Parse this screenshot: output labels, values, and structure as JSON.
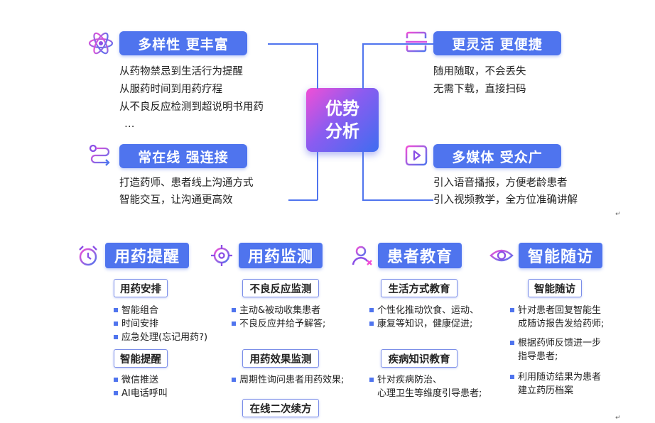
{
  "center": {
    "line1": "优势",
    "line2": "分析"
  },
  "top": {
    "diversity": {
      "title": "多样性 更丰富",
      "lines": [
        "从药物禁忌到生活行为提醒",
        "从服药时间到用药疗程",
        "从不良反应检测到超说明书用药",
        "…"
      ]
    },
    "flexible": {
      "title": "更灵活 更便捷",
      "lines": [
        "随用随取，不会丢失",
        "无需下载，直接扫码"
      ]
    },
    "online": {
      "title": "常在线 强连接",
      "lines": [
        "打造药师、患者线上沟通方式",
        "智能交互，让沟通更高效"
      ]
    },
    "media": {
      "title": "多媒体 受众广",
      "lines": [
        "引入语音播报，方便老龄患者",
        "引入视频教学，全方位准确讲解"
      ]
    }
  },
  "columns": {
    "reminder": {
      "title": "用药提醒",
      "sub1": "用药安排",
      "sub1_items": [
        "智能组合",
        "时间安排",
        "应急处理(忘记用药?)"
      ],
      "sub2": "智能提醒",
      "sub2_items": [
        "微信推送",
        "AI电话呼叫"
      ]
    },
    "monitor": {
      "title": "用药监测",
      "sub1": "不良反应监测",
      "sub1_items": [
        "主动&被动收集患者",
        "不良反应并给予解答;"
      ],
      "sub2": "用药效果监测",
      "sub2_items": [
        "周期性询问患者用药效果;"
      ],
      "sub3": "在线二次续方"
    },
    "education": {
      "title": "患者教育",
      "sub1": "生活方式教育",
      "sub1_items": [
        "个性化推动饮食、运动、",
        "康复等知识，健康促进;"
      ],
      "sub2": "疾病知识教育",
      "sub2_items": [
        "针对疾病防治、",
        "心理卫生等维度引导患者;"
      ]
    },
    "followup": {
      "title": "智能随访",
      "sub1": "智能随访",
      "items": [
        {
          "l1": "针对患者回复智能生",
          "l2": "成随访报告发给药师;"
        },
        {
          "l1": "根据药师反馈进一步",
          "l2": "指导患者;"
        },
        {
          "l1": "利用随访结果为患者",
          "l2": "建立药历档案"
        }
      ]
    }
  },
  "colors": {
    "accent": "#4f74ee",
    "gradient_start": "#f14fd6",
    "gradient_end": "#3f6df0",
    "icon_purple": "#8a4fe6"
  }
}
